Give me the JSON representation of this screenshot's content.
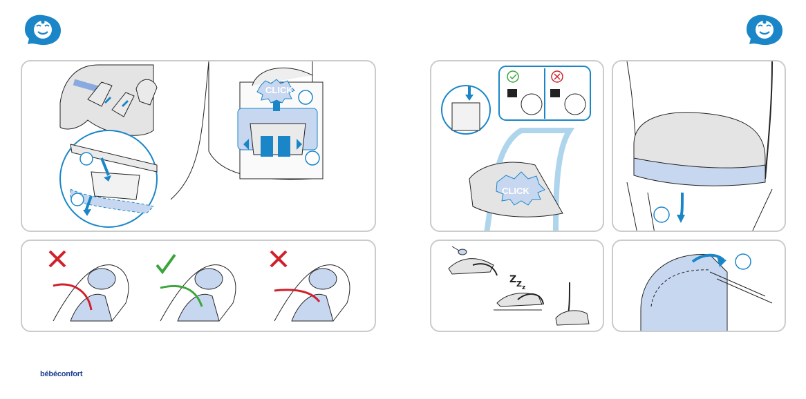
{
  "brand": {
    "name": "bébéconfort",
    "accent": "#1a86c8",
    "light_blue": "#c7d7f0",
    "error_red": "#d0202a",
    "ok_green": "#3aa53a",
    "face_icon": "baby-face-icon"
  },
  "panels": {
    "top_left": {
      "click_label": "CLICK"
    },
    "top_center": {
      "click_label": "CLICK"
    },
    "bottom_center": {
      "sleep_label": "Z",
      "sleep_label_2": "Z",
      "sleep_label_3": "z"
    }
  },
  "checks": {
    "locked_ok": "check-icon",
    "locked_bad": "cross-icon"
  }
}
